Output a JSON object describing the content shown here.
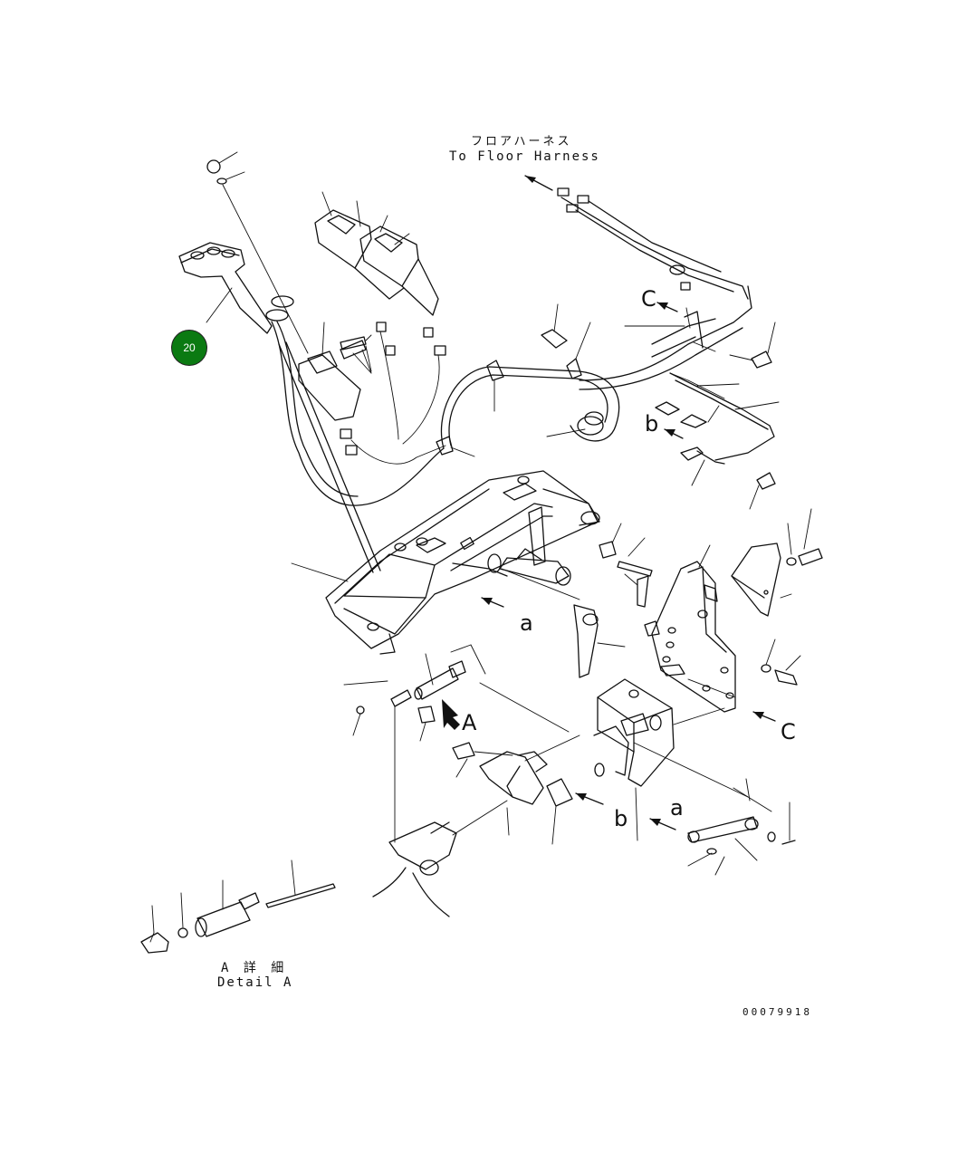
{
  "harness_label_jp": "フロアハーネス",
  "harness_label_en": "To Floor Harness",
  "callout_number": "20",
  "callout_color": "#0b7a12",
  "view_letters": {
    "a_upper": "a",
    "a_lower": "a",
    "b_upper": "b",
    "b_lower": "b",
    "c_upper": "C",
    "c_lower": "C",
    "detail_A": "A"
  },
  "detail_caption_jp": "A 詳 細",
  "detail_caption_en": "Detail A",
  "drawing_number": "00079918"
}
